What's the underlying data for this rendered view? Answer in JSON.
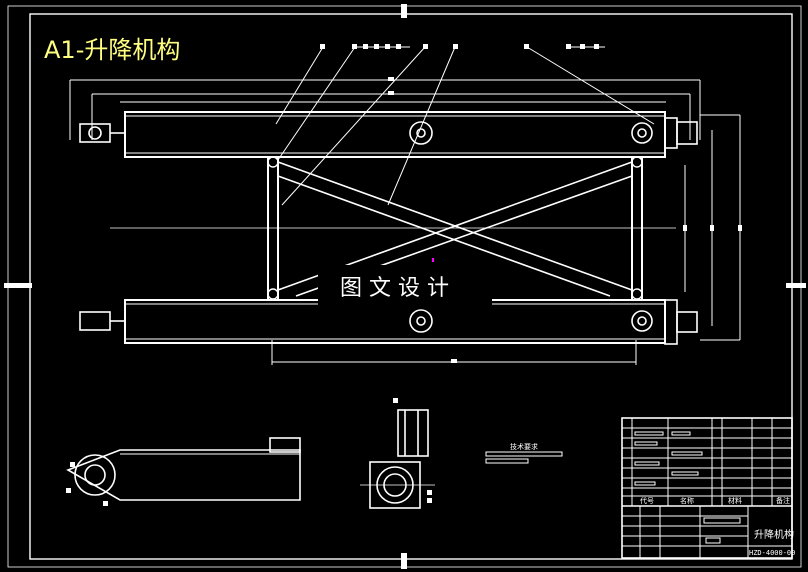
{
  "drawing": {
    "title": "A1-升降机构",
    "watermark": "图 文 设 计",
    "colors": {
      "background": "#000000",
      "line": "#ffffff",
      "title": "#ffff80",
      "accent": "#ff00ff"
    }
  },
  "title_block": {
    "name": "升降机构",
    "drawing_number": "HZD-4000-00",
    "header_code": "代号",
    "header_name": "名称",
    "header_material": "材料",
    "header_remark": "备注"
  },
  "note_label": "技术要求"
}
